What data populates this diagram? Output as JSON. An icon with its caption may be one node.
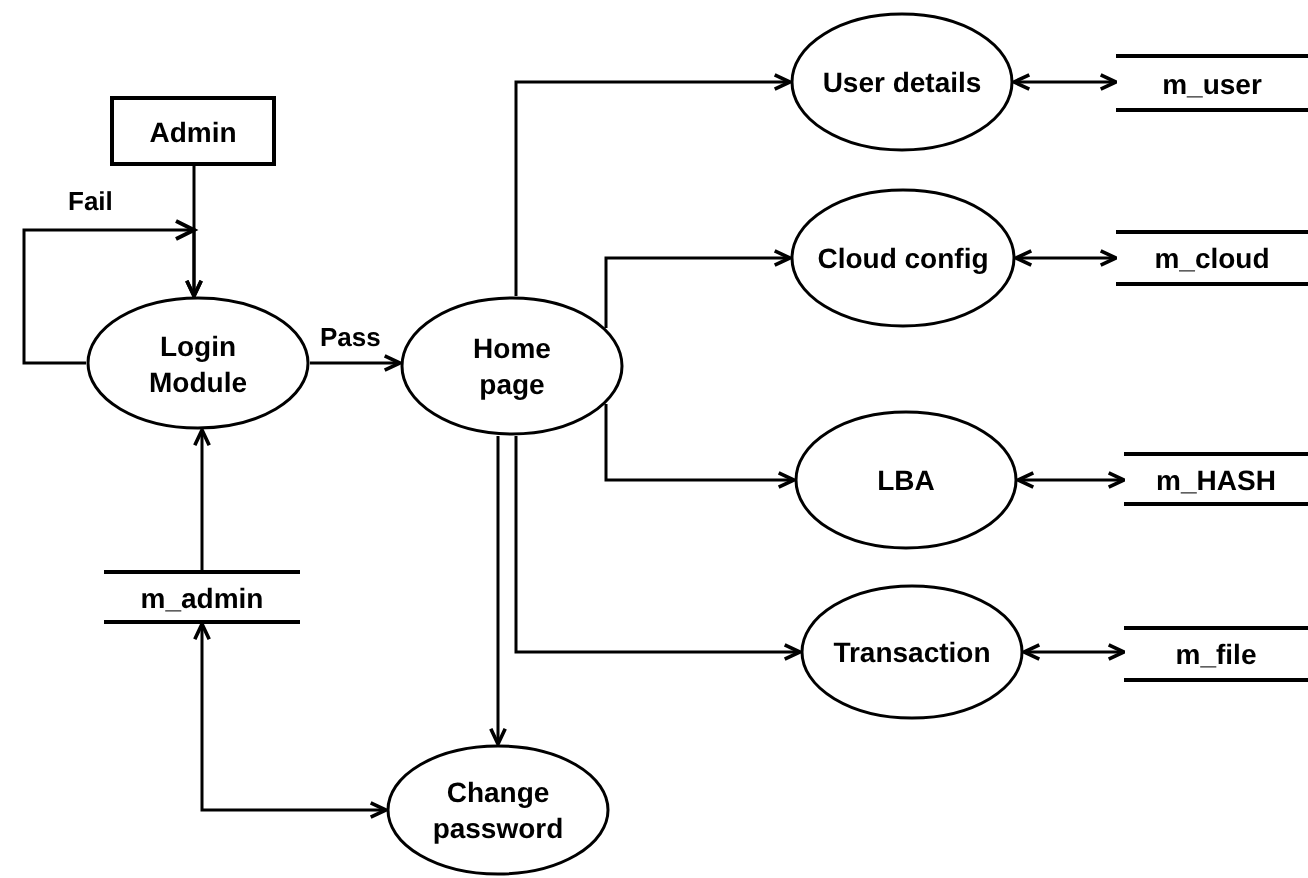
{
  "diagram": {
    "nodes": [
      {
        "text": [
          "Admin"
        ]
      },
      {
        "text": [
          "Login Module"
        ]
      },
      {
        "text": [
          "Home page"
        ]
      },
      {
        "text": [
          "User details"
        ]
      },
      {
        "text": [
          "Cloud config"
        ]
      },
      {
        "text": [
          "LBA"
        ]
      },
      {
        "text": [
          "Transaction"
        ]
      },
      {
        "text": [
          "m_user"
        ]
      },
      {
        "text": [
          "m_cloud"
        ]
      },
      {
        "text": [
          "m_HASH"
        ]
      },
      {
        "text": [
          "m_file"
        ]
      },
      {
        "text": [
          "m_admin"
        ]
      },
      {
        "text": [
          "Change password"
        ]
      }
    ],
    "edges": [
      {
        "from": 0,
        "to": 1,
        "arrow": "to"
      },
      {
        "from": 1,
        "to": 1,
        "arrow": "to",
        "label": "Fail"
      },
      {
        "from": 1,
        "to": 2,
        "arrow": "to",
        "label": "Pass"
      },
      {
        "from": 2,
        "to": 3,
        "arrow": "to"
      },
      {
        "from": 2,
        "to": 4,
        "arrow": "to"
      },
      {
        "from": 2,
        "to": 5,
        "arrow": "to"
      },
      {
        "from": 2,
        "to": 6,
        "arrow": "to"
      },
      {
        "from": 2,
        "to": 12,
        "arrow": "to"
      },
      {
        "from": 3,
        "to": 7,
        "arrow": "both"
      },
      {
        "from": 4,
        "to": 8,
        "arrow": "both"
      },
      {
        "from": 5,
        "to": 9,
        "arrow": "both"
      },
      {
        "from": 6,
        "to": 10,
        "arrow": "both"
      },
      {
        "from": 11,
        "to": 1,
        "arrow": "to"
      },
      {
        "from": 11,
        "to": 12,
        "arrow": "both"
      }
    ]
  }
}
